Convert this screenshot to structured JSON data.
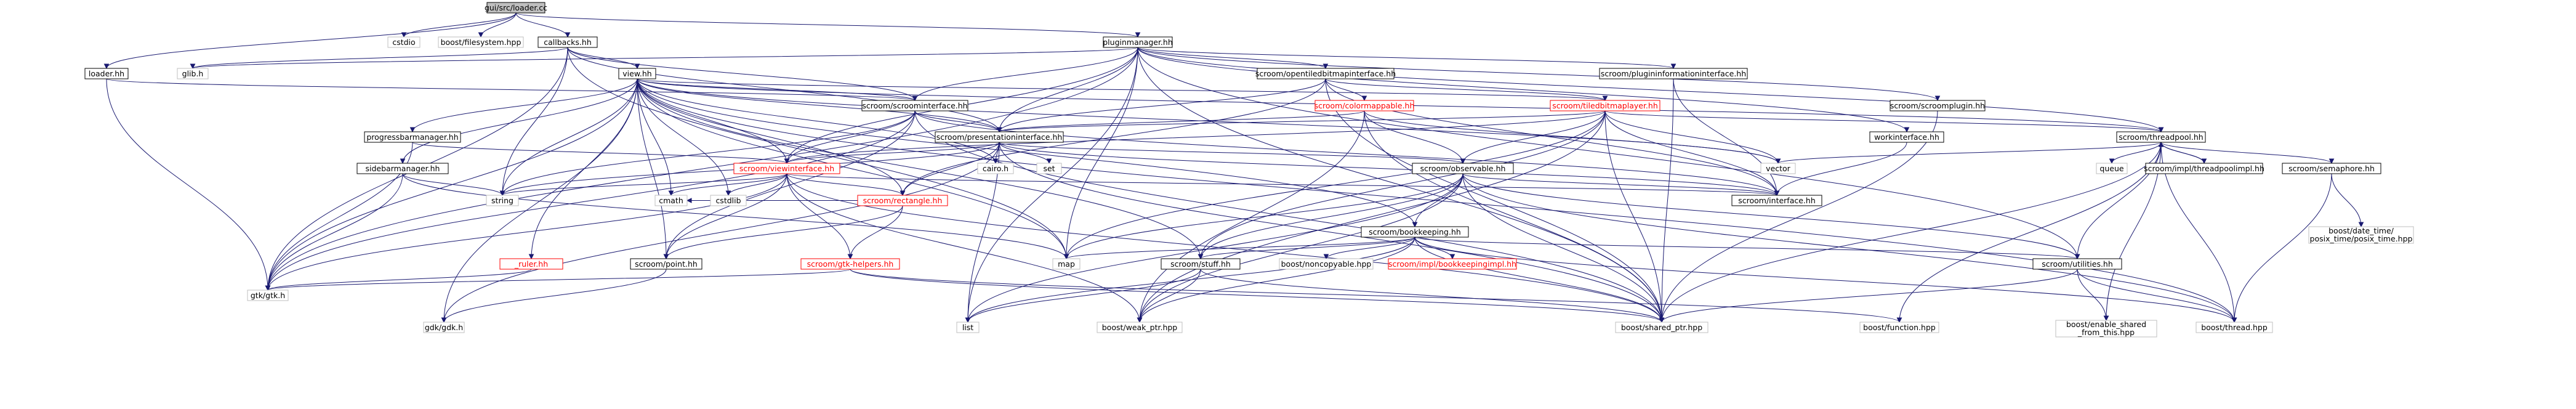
{
  "nodes": [
    {
      "id": "root",
      "label": "gui/src/loader.cc",
      "kind": "root"
    },
    {
      "id": "cstdio",
      "label": "cstdio",
      "kind": "plain"
    },
    {
      "id": "boostfs",
      "label": "boost/filesystem.hpp",
      "kind": "plain"
    },
    {
      "id": "callbacks",
      "label": "callbacks.hh",
      "kind": "normal"
    },
    {
      "id": "pluginmgr",
      "label": "pluginmanager.hh",
      "kind": "normal"
    },
    {
      "id": "loaderhh",
      "label": "loader.hh",
      "kind": "normal"
    },
    {
      "id": "glibh",
      "label": "glib.h",
      "kind": "plain"
    },
    {
      "id": "viewhh",
      "label": "view.hh",
      "kind": "normal"
    },
    {
      "id": "opentiled",
      "label": "scroom/opentiledbitmapinterface.hh",
      "kind": "normal"
    },
    {
      "id": "plugininfo",
      "label": "scroom/plugininformationinterface.hh",
      "kind": "normal"
    },
    {
      "id": "scroomplugin",
      "label": "scroom/scroomplugin.hh",
      "kind": "normal"
    },
    {
      "id": "scroomiface",
      "label": "scroom/scroominterface.hh",
      "kind": "normal"
    },
    {
      "id": "colormappable",
      "label": "scroom/colormappable.hh",
      "kind": "red"
    },
    {
      "id": "tiledbitmap",
      "label": "scroom/tiledbitmaplayer.hh",
      "kind": "red"
    },
    {
      "id": "workiface",
      "label": "workinterface.hh",
      "kind": "normal"
    },
    {
      "id": "threadpool",
      "label": "scroom/threadpool.hh",
      "kind": "normal"
    },
    {
      "id": "progressbar",
      "label": "progressbarmanager.hh",
      "kind": "normal"
    },
    {
      "id": "presentation",
      "label": "scroom/presentationinterface.hh",
      "kind": "normal"
    },
    {
      "id": "sidebar",
      "label": "sidebarmanager.hh",
      "kind": "normal"
    },
    {
      "id": "viewiface",
      "label": "scroom/viewinterface.hh",
      "kind": "red"
    },
    {
      "id": "cairo",
      "label": "cairo.h",
      "kind": "plain"
    },
    {
      "id": "set",
      "label": "set",
      "kind": "plain"
    },
    {
      "id": "observable",
      "label": "scroom/observable.hh",
      "kind": "normal"
    },
    {
      "id": "vector",
      "label": "vector",
      "kind": "plain"
    },
    {
      "id": "queue",
      "label": "queue",
      "kind": "plain"
    },
    {
      "id": "threadpoolimpl",
      "label": "scroom/impl/threadpoolimpl.hh",
      "kind": "normal"
    },
    {
      "id": "semaphore",
      "label": "scroom/semaphore.hh",
      "kind": "normal"
    },
    {
      "id": "string",
      "label": "string",
      "kind": "plain"
    },
    {
      "id": "cmath",
      "label": "cmath",
      "kind": "plain"
    },
    {
      "id": "cstdlib",
      "label": "cstdlib",
      "kind": "plain"
    },
    {
      "id": "rectangle",
      "label": "scroom/rectangle.hh",
      "kind": "red"
    },
    {
      "id": "interface",
      "label": "scroom/interface.hh",
      "kind": "normal"
    },
    {
      "id": "bookkeeping",
      "label": "scroom/bookkeeping.hh",
      "kind": "normal"
    },
    {
      "id": "datetime",
      "label": "boost/date_time/posix_time/posix_time.hpp",
      "kind": "plain"
    },
    {
      "id": "ruler",
      "label": "_ruler.hh",
      "kind": "red"
    },
    {
      "id": "point",
      "label": "scroom/point.hh",
      "kind": "normal"
    },
    {
      "id": "gtkhelpers",
      "label": "scroom/gtk-helpers.hh",
      "kind": "red"
    },
    {
      "id": "map",
      "label": "map",
      "kind": "plain"
    },
    {
      "id": "stuff",
      "label": "scroom/stuff.hh",
      "kind": "normal"
    },
    {
      "id": "noncopyable",
      "label": "boost/noncopyable.hpp",
      "kind": "plain"
    },
    {
      "id": "bookkeepingimpl",
      "label": "scroom/impl/bookkeepingimpl.hh",
      "kind": "red"
    },
    {
      "id": "utilities",
      "label": "scroom/utilities.hh",
      "kind": "normal"
    },
    {
      "id": "gtkh",
      "label": "gtk/gtk.h",
      "kind": "plain"
    },
    {
      "id": "gdkh",
      "label": "gdk/gdk.h",
      "kind": "plain"
    },
    {
      "id": "list",
      "label": "list",
      "kind": "plain"
    },
    {
      "id": "weakptr",
      "label": "boost/weak_ptr.hpp",
      "kind": "plain"
    },
    {
      "id": "sharedptr",
      "label": "boost/shared_ptr.hpp",
      "kind": "plain"
    },
    {
      "id": "function",
      "label": "boost/function.hpp",
      "kind": "plain"
    },
    {
      "id": "enableshared",
      "label": "boost/enable_shared_from_this.hpp",
      "kind": "plain"
    },
    {
      "id": "threadhpp",
      "label": "boost/thread.hpp",
      "kind": "plain"
    }
  ],
  "edges": [
    [
      "root",
      "cstdio"
    ],
    [
      "root",
      "boostfs"
    ],
    [
      "root",
      "callbacks"
    ],
    [
      "root",
      "pluginmgr"
    ],
    [
      "root",
      "loaderhh"
    ],
    [
      "callbacks",
      "glibh"
    ],
    [
      "callbacks",
      "viewhh"
    ],
    [
      "callbacks",
      "scroomiface"
    ],
    [
      "callbacks",
      "presentation"
    ],
    [
      "callbacks",
      "gtkh"
    ],
    [
      "callbacks",
      "string"
    ],
    [
      "callbacks",
      "map"
    ],
    [
      "pluginmgr",
      "glibh"
    ],
    [
      "pluginmgr",
      "opentiled"
    ],
    [
      "pluginmgr",
      "plugininfo"
    ],
    [
      "pluginmgr",
      "scroomplugin"
    ],
    [
      "pluginmgr",
      "scroomiface"
    ],
    [
      "pluginmgr",
      "presentation"
    ],
    [
      "pluginmgr",
      "workiface"
    ],
    [
      "pluginmgr",
      "threadpool"
    ],
    [
      "pluginmgr",
      "utilities"
    ],
    [
      "pluginmgr",
      "gtkh"
    ],
    [
      "pluginmgr",
      "map"
    ],
    [
      "pluginmgr",
      "list"
    ],
    [
      "pluginmgr",
      "sharedptr"
    ],
    [
      "pluginmgr",
      "viewiface"
    ],
    [
      "loaderhh",
      "gtkh"
    ],
    [
      "loaderhh",
      "scroomiface"
    ],
    [
      "viewhh",
      "scroomiface"
    ],
    [
      "viewhh",
      "presentation"
    ],
    [
      "viewhh",
      "viewiface"
    ],
    [
      "viewhh",
      "progressbar"
    ],
    [
      "viewhh",
      "sidebar"
    ],
    [
      "viewhh",
      "ruler"
    ],
    [
      "viewhh",
      "tiledbitmap"
    ],
    [
      "viewhh",
      "threadpool"
    ],
    [
      "viewhh",
      "cairo"
    ],
    [
      "viewhh",
      "string"
    ],
    [
      "viewhh",
      "cmath"
    ],
    [
      "viewhh",
      "cstdlib"
    ],
    [
      "viewhh",
      "map"
    ],
    [
      "viewhh",
      "gtkh"
    ],
    [
      "viewhh",
      "gdkh"
    ],
    [
      "viewhh",
      "vector"
    ],
    [
      "viewhh",
      "stuff"
    ],
    [
      "viewhh",
      "bookkeeping"
    ],
    [
      "viewhh",
      "rectangle"
    ],
    [
      "viewhh",
      "point"
    ],
    [
      "viewhh",
      "threadhpp"
    ],
    [
      "opentiled",
      "colormappable"
    ],
    [
      "opentiled",
      "tiledbitmap"
    ],
    [
      "opentiled",
      "presentation"
    ],
    [
      "opentiled",
      "rectangle"
    ],
    [
      "opentiled",
      "interface"
    ],
    [
      "opentiled",
      "sharedptr"
    ],
    [
      "plugininfo",
      "interface"
    ],
    [
      "plugininfo",
      "sharedptr"
    ],
    [
      "scroomplugin",
      "sharedptr"
    ],
    [
      "scroomiface",
      "presentation"
    ],
    [
      "scroomiface",
      "viewiface"
    ],
    [
      "scroomiface",
      "interface"
    ],
    [
      "scroomiface",
      "string"
    ],
    [
      "scroomiface",
      "gtkh"
    ],
    [
      "scroomiface",
      "sharedptr"
    ],
    [
      "scroomiface",
      "point"
    ],
    [
      "colormappable",
      "observable"
    ],
    [
      "colormappable",
      "presentation"
    ],
    [
      "colormappable",
      "vector"
    ],
    [
      "colormappable",
      "sharedptr"
    ],
    [
      "colormappable",
      "weakptr"
    ],
    [
      "tiledbitmap",
      "presentation"
    ],
    [
      "tiledbitmap",
      "observable"
    ],
    [
      "tiledbitmap",
      "viewiface"
    ],
    [
      "tiledbitmap",
      "threadpool"
    ],
    [
      "tiledbitmap",
      "vector"
    ],
    [
      "tiledbitmap",
      "interface"
    ],
    [
      "tiledbitmap",
      "sharedptr"
    ],
    [
      "tiledbitmap",
      "stuff"
    ],
    [
      "tiledbitmap",
      "map"
    ],
    [
      "tiledbitmap",
      "weakptr"
    ],
    [
      "workiface",
      "interface"
    ],
    [
      "threadpool",
      "queue"
    ],
    [
      "threadpool",
      "threadpoolimpl"
    ],
    [
      "threadpool",
      "semaphore"
    ],
    [
      "threadpool",
      "sharedptr"
    ],
    [
      "threadpool",
      "function"
    ],
    [
      "threadpool",
      "threadhpp"
    ],
    [
      "threadpool",
      "vector"
    ],
    [
      "threadpool",
      "enableshared"
    ],
    [
      "threadpool",
      "utilities"
    ],
    [
      "threadpoolimpl",
      "threadpool"
    ],
    [
      "semaphore",
      "datetime"
    ],
    [
      "semaphore",
      "threadhpp"
    ],
    [
      "progressbar",
      "viewiface"
    ],
    [
      "progressbar",
      "gtkh"
    ],
    [
      "presentation",
      "viewiface"
    ],
    [
      "presentation",
      "observable"
    ],
    [
      "presentation",
      "cairo"
    ],
    [
      "presentation",
      "set"
    ],
    [
      "presentation",
      "string"
    ],
    [
      "presentation",
      "interface"
    ],
    [
      "presentation",
      "rectangle"
    ],
    [
      "presentation",
      "sharedptr"
    ],
    [
      "presentation",
      "gdkh"
    ],
    [
      "presentation",
      "list"
    ],
    [
      "sidebar",
      "string"
    ],
    [
      "sidebar",
      "gtkh"
    ],
    [
      "sidebar",
      "map"
    ],
    [
      "viewiface",
      "string"
    ],
    [
      "viewiface",
      "cmath"
    ],
    [
      "viewiface",
      "cstdlib"
    ],
    [
      "viewiface",
      "gtkh"
    ],
    [
      "viewiface",
      "rectangle"
    ],
    [
      "viewiface",
      "interface"
    ],
    [
      "viewiface",
      "gtkhelpers"
    ],
    [
      "viewiface",
      "sharedptr"
    ],
    [
      "viewiface",
      "weakptr"
    ],
    [
      "viewiface",
      "point"
    ],
    [
      "observable",
      "bookkeeping"
    ],
    [
      "observable",
      "map"
    ],
    [
      "observable",
      "list"
    ],
    [
      "observable",
      "stuff"
    ],
    [
      "observable",
      "interface"
    ],
    [
      "observable",
      "sharedptr"
    ],
    [
      "observable",
      "weakptr"
    ],
    [
      "observable",
      "utilities"
    ],
    [
      "observable",
      "threadhpp"
    ],
    [
      "rectangle",
      "point"
    ],
    [
      "rectangle",
      "gtkhelpers"
    ],
    [
      "rectangle",
      "cmath"
    ],
    [
      "bookkeeping",
      "map"
    ],
    [
      "bookkeeping",
      "stuff"
    ],
    [
      "bookkeeping",
      "noncopyable"
    ],
    [
      "bookkeeping",
      "bookkeepingimpl"
    ],
    [
      "bookkeeping",
      "utilities"
    ],
    [
      "bookkeeping",
      "sharedptr"
    ],
    [
      "bookkeeping",
      "weakptr"
    ],
    [
      "bookkeeping",
      "list"
    ],
    [
      "bookkeeping",
      "threadhpp"
    ],
    [
      "ruler",
      "gtkh"
    ],
    [
      "point",
      "gdkh"
    ],
    [
      "gtkhelpers",
      "gtkh"
    ],
    [
      "gtkhelpers",
      "sharedptr"
    ],
    [
      "gtkhelpers",
      "function"
    ],
    [
      "stuff",
      "list"
    ],
    [
      "stuff",
      "sharedptr"
    ],
    [
      "stuff",
      "weakptr"
    ],
    [
      "utilities",
      "enableshared"
    ],
    [
      "utilities",
      "sharedptr"
    ],
    [
      "utilities",
      "threadhpp"
    ]
  ],
  "colors": {
    "edge": "#191970",
    "root_fill": "#bfbfbf",
    "node_border": "#000000",
    "plain_border": "#bfbfbf",
    "red_border": "#ff0000",
    "red_text": "#ff0000",
    "text": "#000000"
  }
}
